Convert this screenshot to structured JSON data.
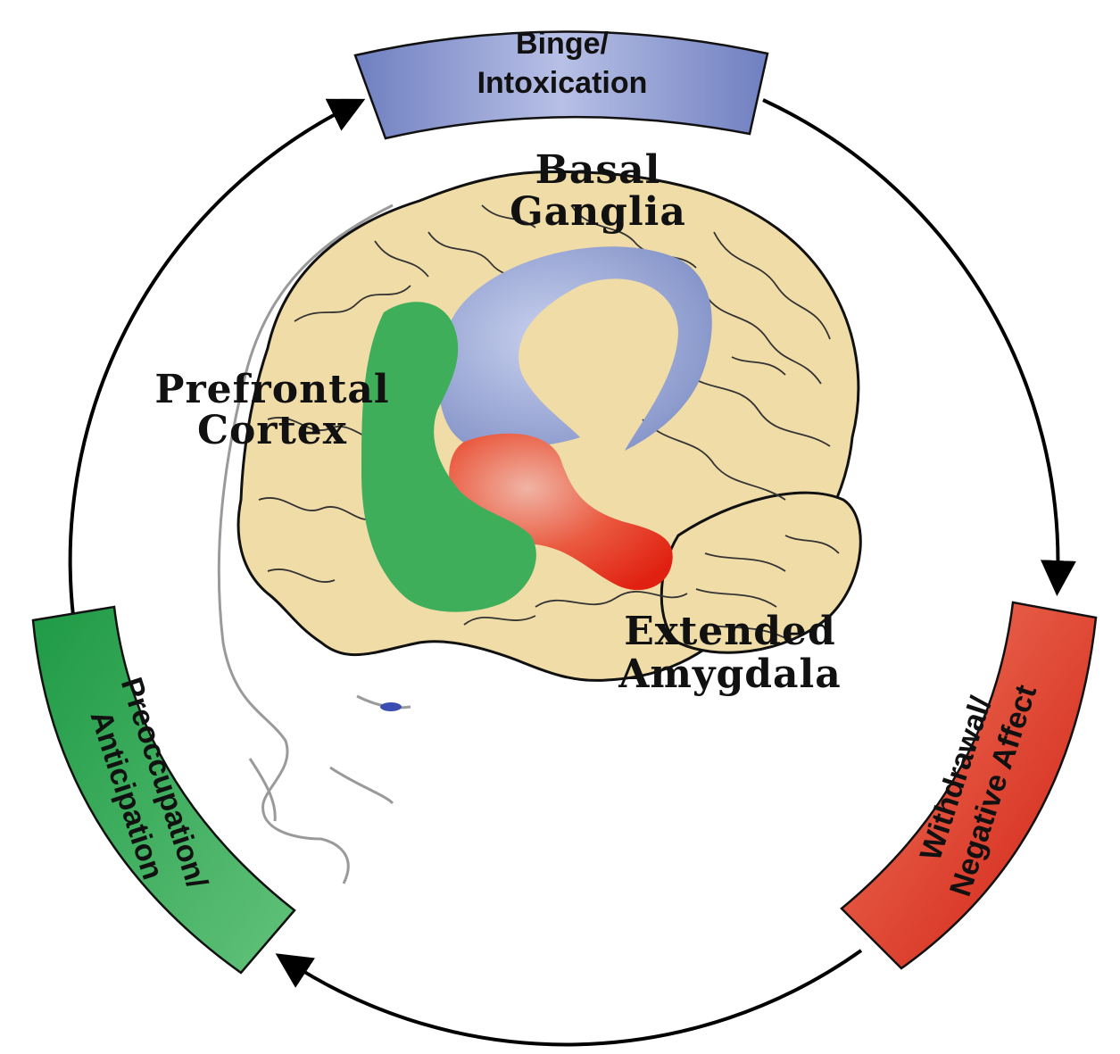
{
  "cycle": {
    "stages": [
      {
        "line1": "Binge/",
        "line2": "Intoxication",
        "color": "#8b97c9"
      },
      {
        "line1": "Withdrawal/",
        "line2": "Negative Affect",
        "color": "#e0392b"
      },
      {
        "line1": "Preoccupation/",
        "line2": "Anticipation",
        "color": "#2ea84f"
      }
    ]
  },
  "regions": {
    "basal_ganglia": {
      "line1": "Basal",
      "line2": "Ganglia",
      "color": "#8c9fd0"
    },
    "prefrontal_cortex": {
      "line1": "Prefrontal",
      "line2": "Cortex",
      "color": "#3fae5a"
    },
    "extended_amygdala": {
      "line1": "Extended",
      "line2": "Amygdala",
      "color": "#e8442e"
    }
  },
  "brain": {
    "color": "#f0dca7"
  }
}
